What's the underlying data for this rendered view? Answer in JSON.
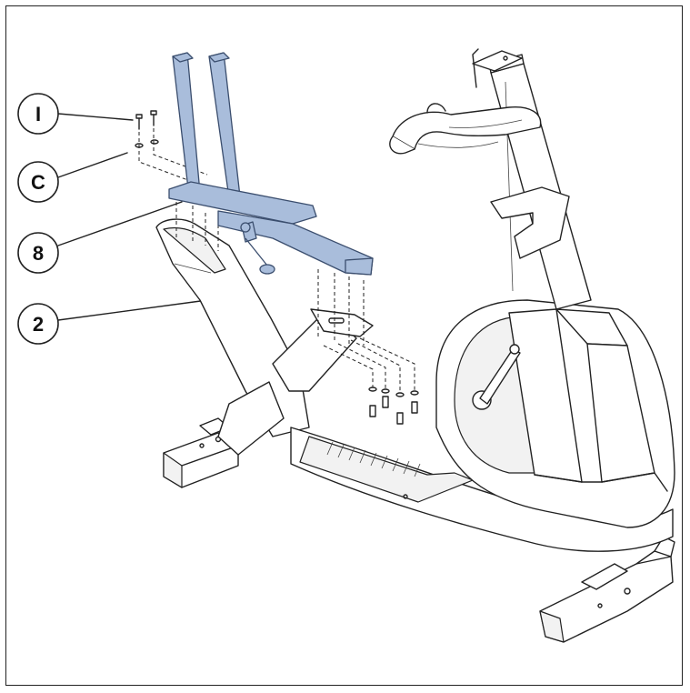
{
  "colors": {
    "highlight": "#A9BDDB",
    "highlight_stroke": "#3B4E6E",
    "line": "#222222",
    "body": "#ffffff"
  },
  "callouts": [
    {
      "id": "I",
      "label": "I"
    },
    {
      "id": "C",
      "label": "C"
    },
    {
      "id": "8",
      "label": "8"
    },
    {
      "id": "2",
      "label": "2"
    }
  ]
}
